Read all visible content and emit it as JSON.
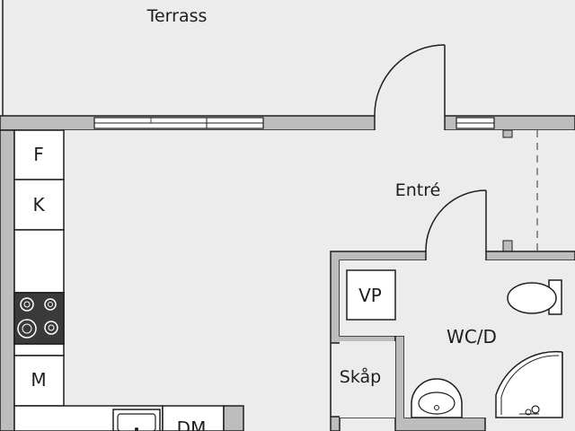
{
  "rooms": {
    "terrace": "Terrass",
    "entrance": "Entré",
    "wc": "WC/D",
    "closet": "Skåp"
  },
  "fixtures": {
    "fridge": "F",
    "freezer": "K",
    "microwave": "M",
    "dishwasher": "DM",
    "water_heater": "VP"
  },
  "colors": {
    "wall": "#bdbdbd",
    "floor": "#ececec",
    "terrace": "#ececec",
    "outline": "#1e1e1e",
    "fixture": "#ffffff"
  }
}
